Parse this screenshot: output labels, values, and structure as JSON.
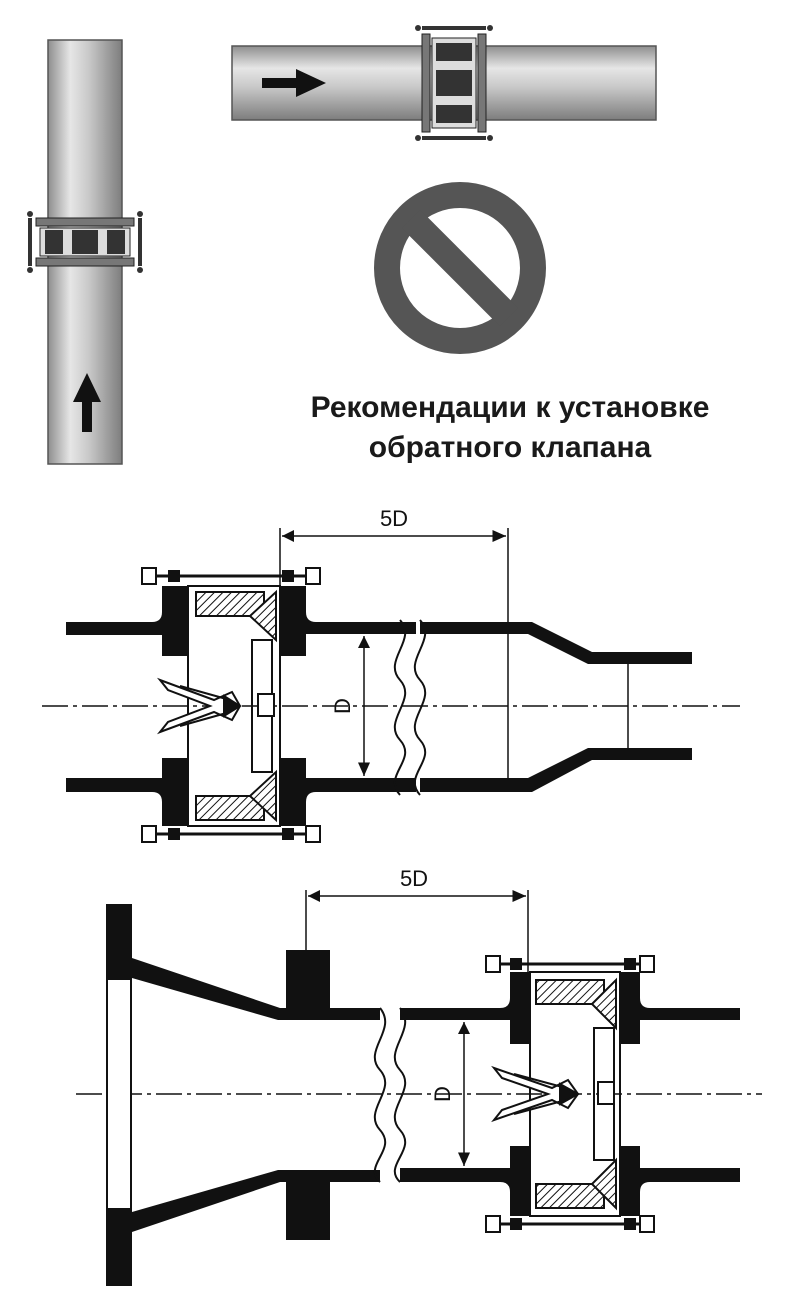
{
  "caption": {
    "line1": "Рекомендации к установке",
    "line2": "обратного клапана"
  },
  "diagram1": {
    "spacing_label": "5D",
    "diameter_label": "D"
  },
  "diagram2": {
    "spacing_label": "5D",
    "diameter_label": "D"
  },
  "icons": {
    "vertical_pipe": "vertical-pipe-with-valve",
    "horizontal_pipe": "horizontal-pipe-with-valve",
    "prohibited": "prohibited-sign-icon",
    "flow_arrow": "flow-arrow-icon"
  },
  "colors": {
    "ink": "#111111",
    "pipe": "#bdbdbd",
    "sign": "#555555"
  }
}
